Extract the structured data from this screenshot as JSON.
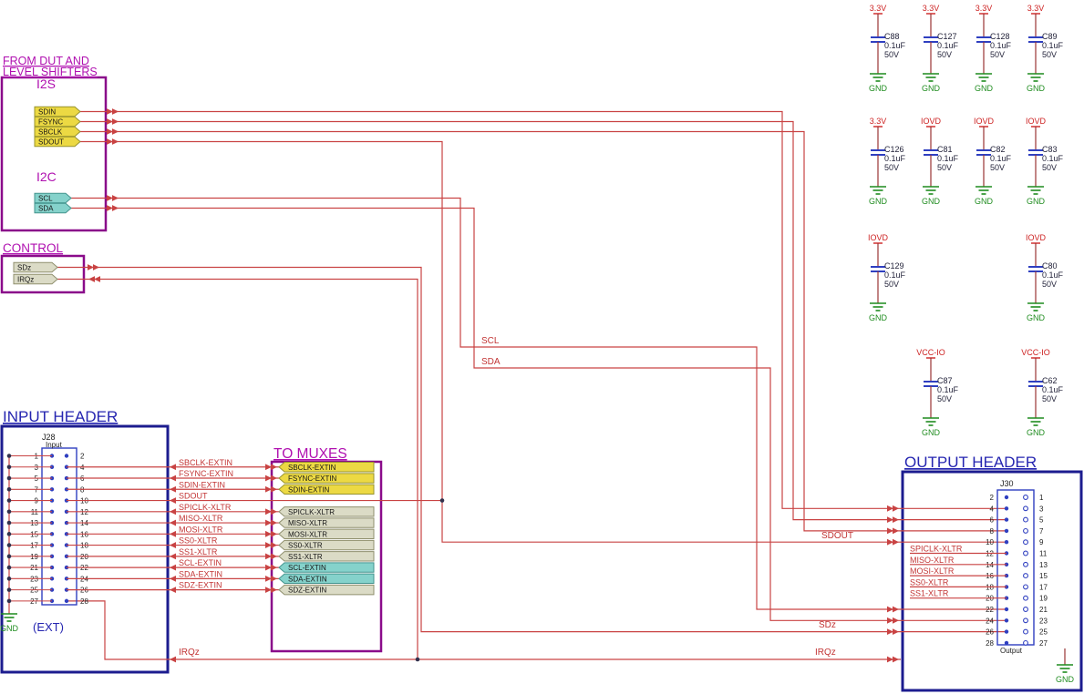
{
  "colors": {
    "wire_red": "#c94343",
    "cap_wire": "#993333",
    "power_text": "#cd2222",
    "signal_text": "#c23535",
    "gnd_green": "#1f8c1f",
    "purple_box": "#8a0b8a",
    "magenta_title": "#b010b0",
    "navy_box": "#1c1c8f",
    "navy_title": "#2525b0",
    "tag_yellow": "#ecd943",
    "tag_teal": "#85d2cb",
    "tag_gray": "#dbdbc6",
    "pin_blue": "#2f3fc0"
  },
  "from_dut": {
    "title_line1": "FROM DUT AND",
    "title_line2": "LEVEL SHIFTERS",
    "i2s_label": "I2S",
    "i2s_tags": [
      "SDIN",
      "FSYNC",
      "SBCLK",
      "SDOUT"
    ],
    "i2c_label": "I2C",
    "i2c_tags": [
      "SCL",
      "SDA"
    ]
  },
  "control": {
    "title": "CONTROL",
    "tags": [
      "SDz",
      "IRQz"
    ]
  },
  "input_header": {
    "title": "INPUT HEADER",
    "refdes": "J28",
    "name": "Input",
    "ext_label": "(EXT)",
    "gnd_label": "GND",
    "left_pins": [
      "1",
      "3",
      "5",
      "7",
      "9",
      "11",
      "13",
      "15",
      "17",
      "19",
      "21",
      "23",
      "25",
      "27"
    ],
    "right_pins": [
      "2",
      "4",
      "6",
      "8",
      "10",
      "12",
      "14",
      "16",
      "18",
      "20",
      "22",
      "24",
      "26",
      "28"
    ],
    "signals": [
      "",
      "SBCLK-EXTIN",
      "FSYNC-EXTIN",
      "SDIN-EXTIN",
      "SDOUT",
      "SPICLK-XLTR",
      "MISO-XLTR",
      "MOSI-XLTR",
      "SS0-XLTR",
      "SS1-XLTR",
      "SCL-EXTIN",
      "SDA-EXTIN",
      "SDZ-EXTIN",
      ""
    ]
  },
  "to_muxes": {
    "title": "TO MUXES",
    "tags": [
      {
        "label": "SBCLK-EXTIN",
        "color": "yellow"
      },
      {
        "label": "FSYNC-EXTIN",
        "color": "yellow"
      },
      {
        "label": "SDIN-EXTIN",
        "color": "yellow"
      },
      {
        "label": "SPICLK-XLTR",
        "color": "gray"
      },
      {
        "label": "MISO-XLTR",
        "color": "gray"
      },
      {
        "label": "MOSI-XLTR",
        "color": "gray"
      },
      {
        "label": "SS0-XLTR",
        "color": "gray"
      },
      {
        "label": "SS1-XLTR",
        "color": "gray"
      },
      {
        "label": "SCL-EXTIN",
        "color": "teal"
      },
      {
        "label": "SDA-EXTIN",
        "color": "teal"
      },
      {
        "label": "SDZ-EXTIN",
        "color": "gray"
      }
    ]
  },
  "output_header": {
    "title": "OUTPUT HEADER",
    "refdes": "J30",
    "name": "Output",
    "gnd_label": "GND",
    "left_pins": [
      "2",
      "4",
      "6",
      "8",
      "10",
      "12",
      "14",
      "16",
      "18",
      "20",
      "22",
      "24",
      "26",
      "28"
    ],
    "right_pins": [
      "1",
      "3",
      "5",
      "7",
      "9",
      "11",
      "13",
      "15",
      "17",
      "19",
      "21",
      "23",
      "25",
      "27"
    ],
    "left_signals": [
      "SPICLK-XLTR",
      "MISO-XLTR",
      "MOSI-XLTR",
      "SS0-XLTR",
      "SS1-XLTR"
    ]
  },
  "net_labels": {
    "scl": "SCL",
    "sda": "SDA",
    "sdout": "SDOUT",
    "sdz": "SDz",
    "irqz_out": "IRQz",
    "irqz_in": "IRQz"
  },
  "capacitors": {
    "gnd_label": "GND",
    "rows": [
      {
        "cells": [
          {
            "col": 0,
            "supply": "3.3V",
            "name": "C88",
            "value": "0.1uF",
            "voltage": "50V"
          },
          {
            "col": 1,
            "supply": "3.3V",
            "name": "C127",
            "value": "0.1uF",
            "voltage": "50V"
          },
          {
            "col": 2,
            "supply": "3.3V",
            "name": "C128",
            "value": "0.1uF",
            "voltage": "50V"
          },
          {
            "col": 3,
            "supply": "3.3V",
            "name": "C89",
            "value": "0.1uF",
            "voltage": "50V"
          }
        ]
      },
      {
        "cells": [
          {
            "col": 0,
            "supply": "3.3V",
            "name": "C126",
            "value": "0.1uF",
            "voltage": "50V"
          },
          {
            "col": 1,
            "supply": "IOVD",
            "name": "C81",
            "value": "0.1uF",
            "voltage": "50V"
          },
          {
            "col": 2,
            "supply": "IOVD",
            "name": "C82",
            "value": "0.1uF",
            "voltage": "50V"
          },
          {
            "col": 3,
            "supply": "IOVD",
            "name": "C83",
            "value": "0.1uF",
            "voltage": "50V"
          }
        ]
      },
      {
        "cells": [
          {
            "col": 0,
            "supply": "IOVD",
            "name": "C129",
            "value": "0.1uF",
            "voltage": "50V"
          },
          {
            "col": 3,
            "supply": "IOVD",
            "name": "C80",
            "value": "0.1uF",
            "voltage": "50V"
          }
        ]
      },
      {
        "cells": [
          {
            "col": 1,
            "supply": "VCC-IO",
            "name": "C87",
            "value": "0.1uF",
            "voltage": "50V"
          },
          {
            "col": 3,
            "supply": "VCC-IO",
            "name": "C62",
            "value": "0.1uF",
            "voltage": "50V"
          }
        ]
      }
    ]
  }
}
